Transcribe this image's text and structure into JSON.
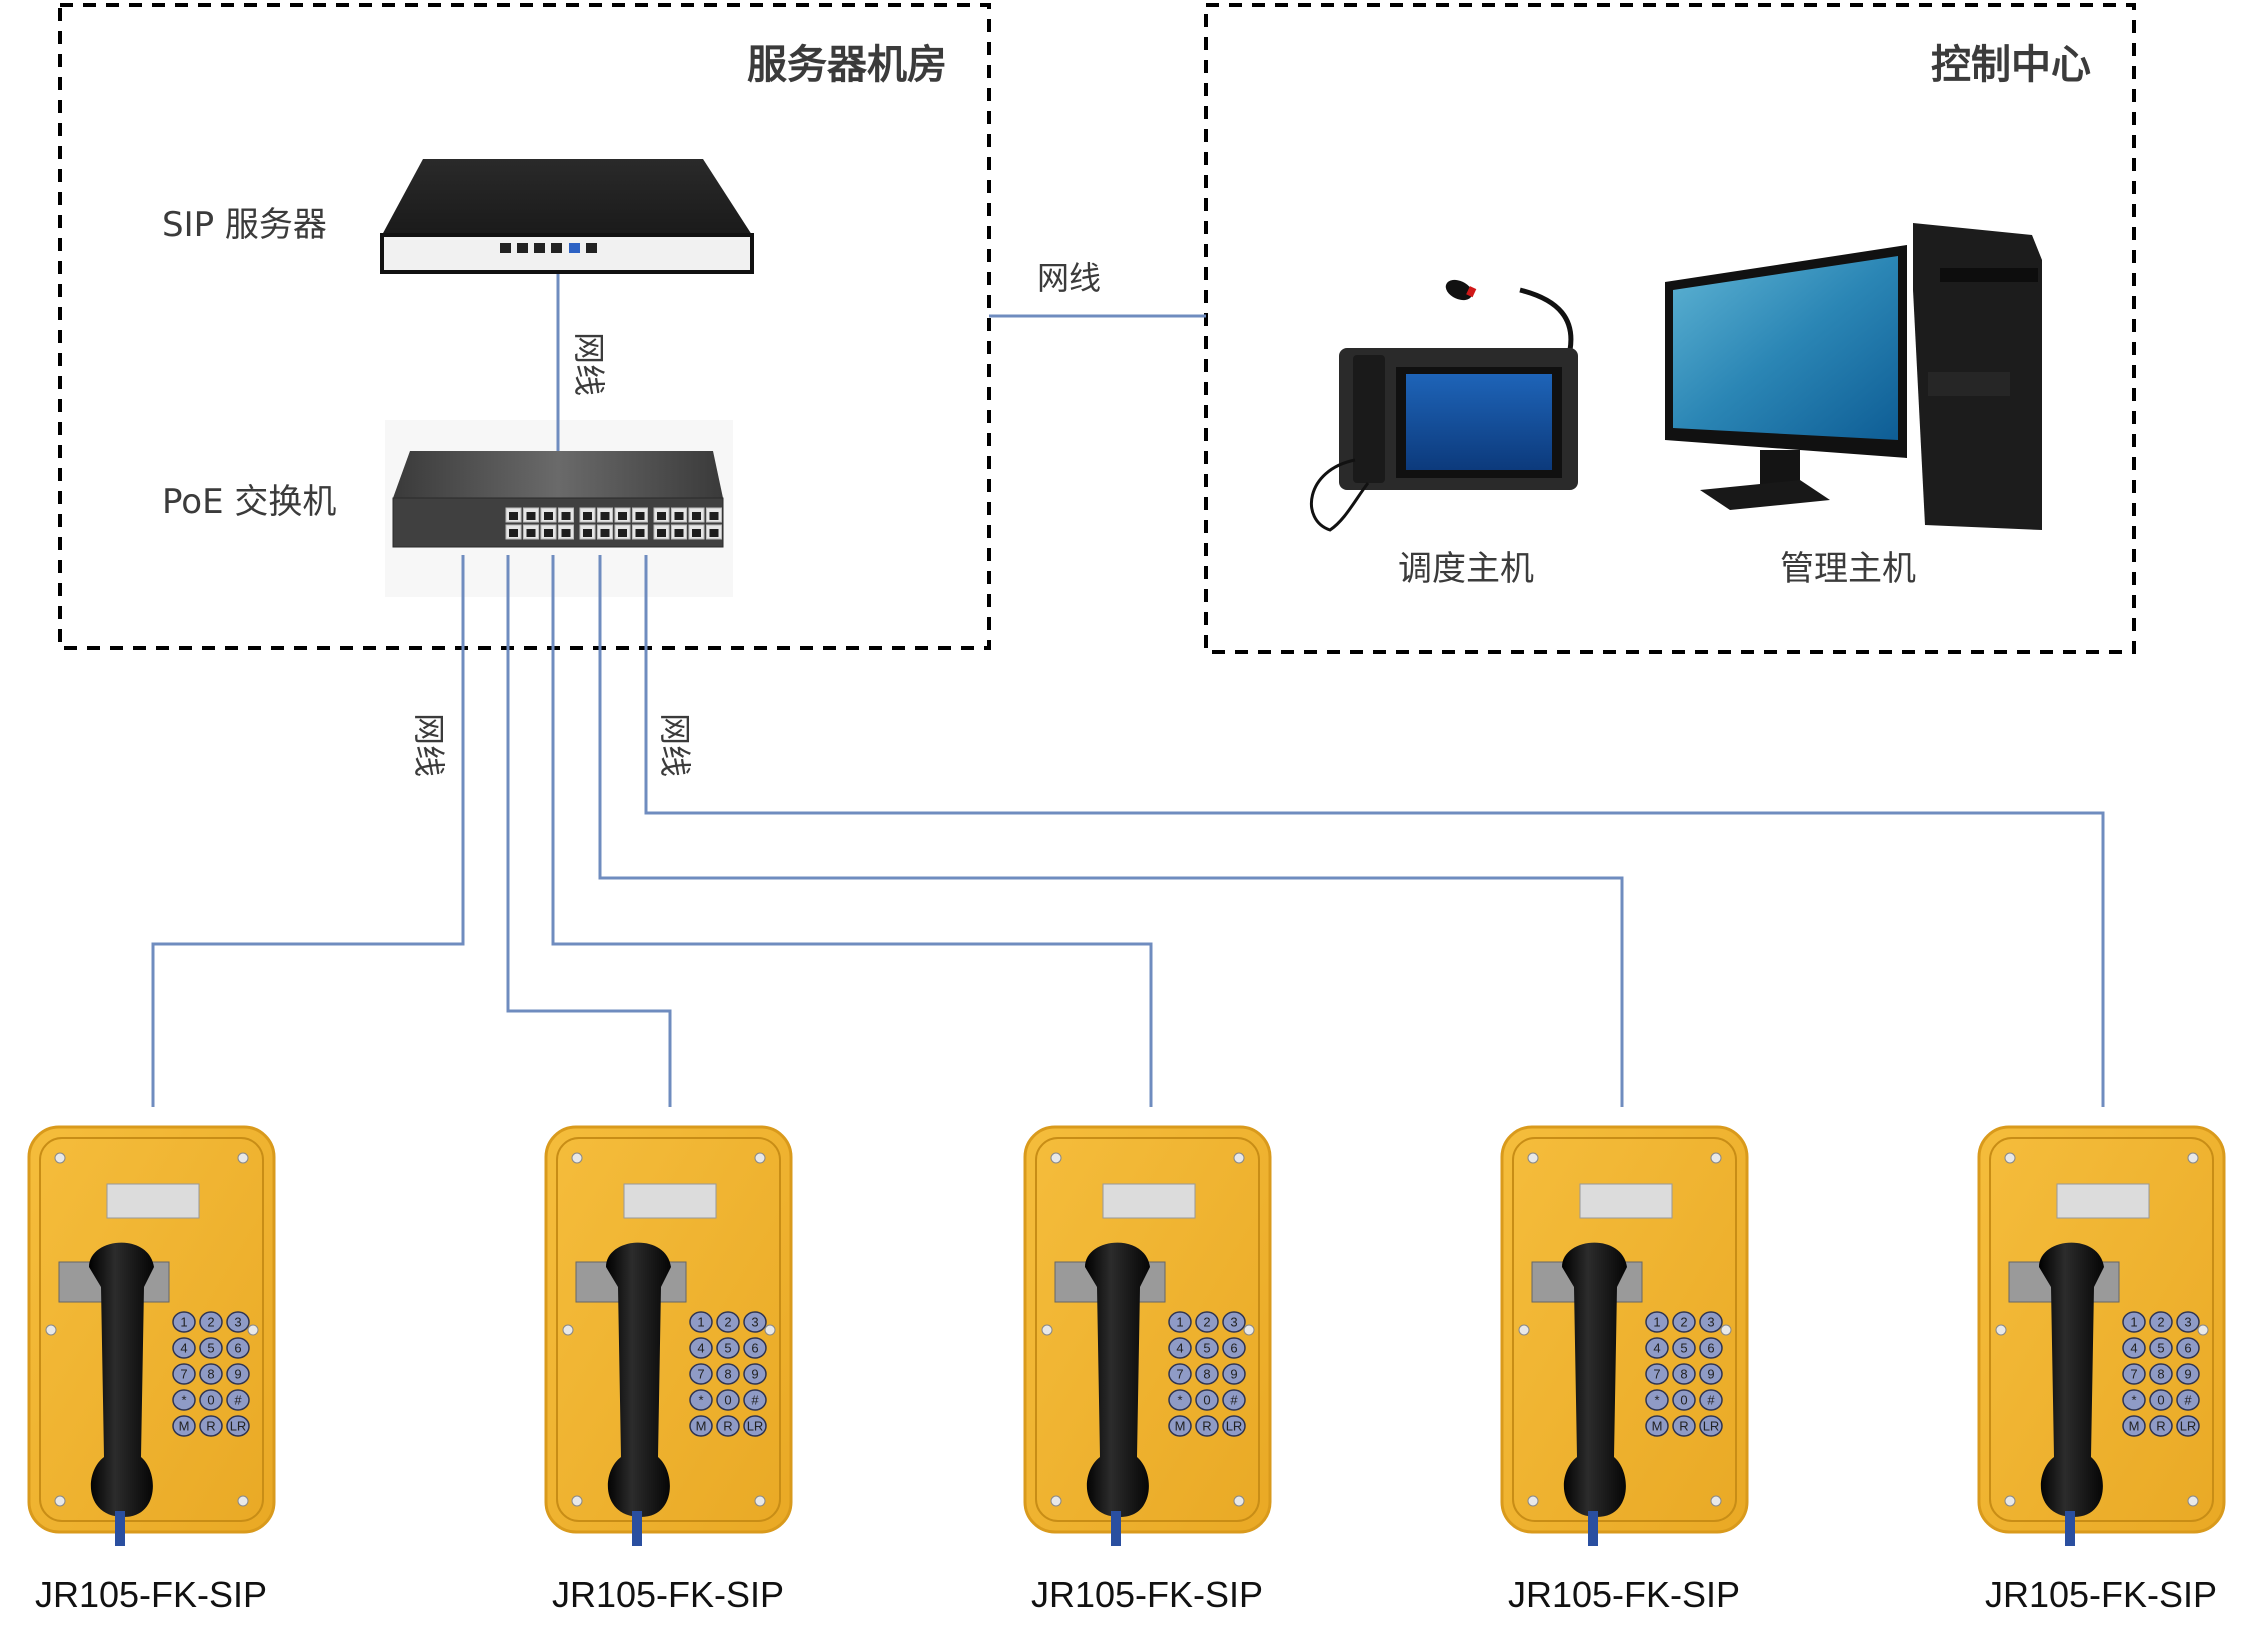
{
  "zones": {
    "server_room": {
      "title": "服务器机房"
    },
    "control_center": {
      "title": "控制中心"
    }
  },
  "devices": {
    "sip_server": {
      "label": "SIP 服务器",
      "icon": "server-appliance-icon"
    },
    "poe_switch": {
      "label": "PoE 交换机",
      "icon": "network-switch-icon"
    },
    "dispatch_host": {
      "label": "调度主机",
      "icon": "dispatch-console-icon"
    },
    "management_host": {
      "label": "管理主机",
      "icon": "desktop-computer-icon"
    }
  },
  "wires": {
    "server_to_switch": "网线",
    "server_room_to_control": "网线",
    "switch_to_phones_left": "网线",
    "switch_to_phones_right": "网线",
    "color": "#6f8cbf"
  },
  "phones": [
    {
      "model": "JR105-FK-SIP"
    },
    {
      "model": "JR105-FK-SIP"
    },
    {
      "model": "JR105-FK-SIP"
    },
    {
      "model": "JR105-FK-SIP"
    },
    {
      "model": "JR105-FK-SIP"
    }
  ],
  "keypad": [
    "1",
    "2",
    "3",
    "4",
    "5",
    "6",
    "7",
    "8",
    "9",
    "*",
    "0",
    "#",
    "M",
    "R",
    "LR"
  ],
  "colors": {
    "phone_body": "#f2b535",
    "zone_border": "#000000",
    "title_text": "#3b3b3b"
  }
}
